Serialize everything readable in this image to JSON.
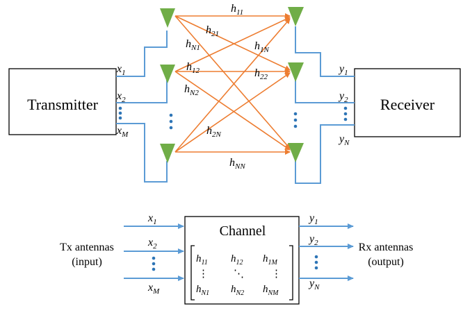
{
  "top_diagram": {
    "transmitter_label": "Transmitter",
    "receiver_label": "Receiver",
    "inputs": [
      {
        "sym": "x",
        "sub": "1"
      },
      {
        "sym": "x",
        "sub": "2"
      },
      {
        "sym": "x",
        "sub": "M"
      }
    ],
    "outputs": [
      {
        "sym": "y",
        "sub": "1"
      },
      {
        "sym": "y",
        "sub": "2"
      },
      {
        "sym": "y",
        "sub": "N"
      }
    ],
    "links": [
      {
        "sym": "h",
        "sub": "11"
      },
      {
        "sym": "h",
        "sub": "21"
      },
      {
        "sym": "h",
        "sub": "N1"
      },
      {
        "sym": "h",
        "sub": "1N"
      },
      {
        "sym": "h",
        "sub": "12"
      },
      {
        "sym": "h",
        "sub": "22"
      },
      {
        "sym": "h",
        "sub": "N2"
      },
      {
        "sym": "h",
        "sub": "2N"
      },
      {
        "sym": "h",
        "sub": "NN"
      }
    ],
    "colors": {
      "antenna": "#70ad47",
      "wire": "#5b9bd5",
      "link": "#ed7d31",
      "dots": "#2e75b6"
    }
  },
  "bottom_diagram": {
    "channel_label": "Channel",
    "tx_label_line1": "Tx antennas",
    "tx_label_line2": "(input)",
    "rx_label_line1": "Rx antennas",
    "rx_label_line2": "(output)",
    "inputs": [
      {
        "sym": "x",
        "sub": "1"
      },
      {
        "sym": "x",
        "sub": "2"
      },
      {
        "sym": "x",
        "sub": "M"
      }
    ],
    "outputs": [
      {
        "sym": "y",
        "sub": "1"
      },
      {
        "sym": "y",
        "sub": "2"
      },
      {
        "sym": "y",
        "sub": "N"
      }
    ],
    "matrix": {
      "r1c1": {
        "sym": "h",
        "sub": "11"
      },
      "r1c2": {
        "sym": "h",
        "sub": "12"
      },
      "r1c3": {
        "sym": "h",
        "sub": "1M"
      },
      "r2c1": "⋮",
      "r2c2": "⋱",
      "r2c3": "⋮",
      "r3c1": {
        "sym": "h",
        "sub": "N1"
      },
      "r3c2": {
        "sym": "h",
        "sub": "N2"
      },
      "r3c3": {
        "sym": "h",
        "sub": "NM"
      }
    }
  }
}
